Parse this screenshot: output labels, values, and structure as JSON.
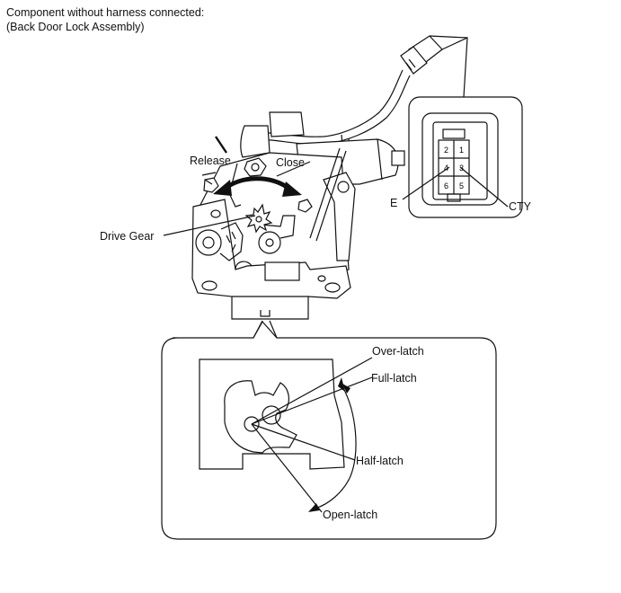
{
  "caption": {
    "line1": "Component without harness connected:",
    "line2": "(Back Door Lock Assembly)"
  },
  "labels": {
    "release": "Release",
    "close": "Close",
    "drive_gear": "Drive Gear",
    "terminal_e": "E",
    "terminal_cty": "CTY",
    "over_latch": "Over-latch",
    "full_latch": "Full-latch",
    "half_latch": "Half-latch",
    "open_latch": "Open-latch"
  },
  "connector_pins": [
    {
      "id": "pin-2",
      "text": "2"
    },
    {
      "id": "pin-1",
      "text": "1"
    },
    {
      "id": "pin-4",
      "text": "4"
    },
    {
      "id": "pin-3",
      "text": "3"
    },
    {
      "id": "pin-6",
      "text": "6"
    },
    {
      "id": "pin-5",
      "text": "5"
    }
  ]
}
